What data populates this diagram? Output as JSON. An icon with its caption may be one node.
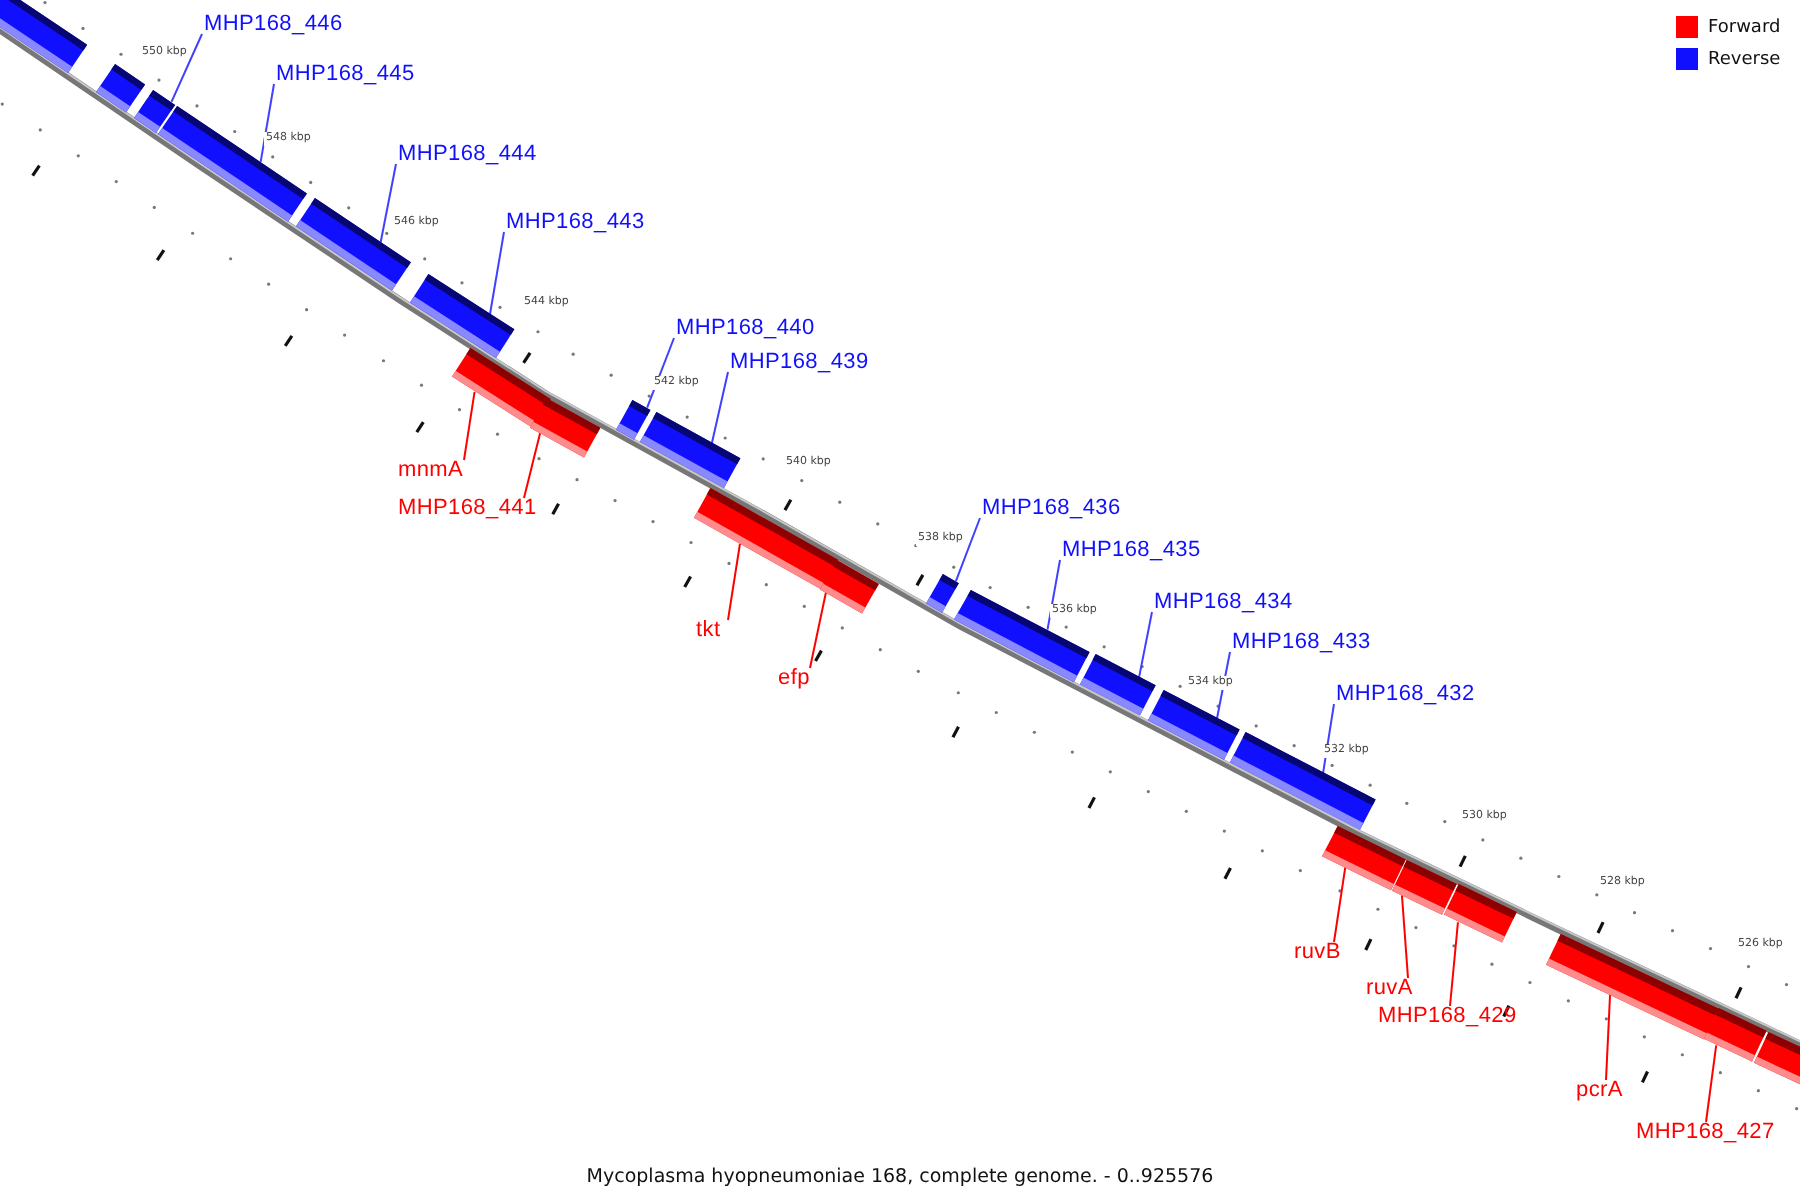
{
  "diagram": {
    "caption": "Mycoplasma hyopneumoniae 168, complete genome. - 0..925576",
    "nodes": [
      {
        "text": [],
        "shape": "bar"
      },
      {
        "text": [],
        "shape": "bar"
      },
      {
        "text": [],
        "shape": "bar"
      },
      {
        "text": [],
        "shape": "bar"
      },
      {
        "text": [],
        "shape": "bar"
      },
      {
        "text": [],
        "shape": "bar"
      },
      {
        "text": [],
        "shape": "bar"
      },
      {
        "text": [],
        "shape": "bar"
      },
      {
        "text": [],
        "shape": "bar"
      },
      {
        "text": [],
        "shape": "bar"
      },
      {
        "text": [],
        "shape": "bar"
      },
      {
        "text": [],
        "shape": "bar"
      },
      {
        "text": [],
        "shape": "bar"
      },
      {
        "text": [],
        "shape": "bar"
      },
      {
        "text": [],
        "shape": "bar"
      },
      {
        "text": [],
        "shape": "bar"
      },
      {
        "text": [],
        "shape": "bar"
      },
      {
        "text": [],
        "shape": "bar"
      },
      {
        "text": [],
        "shape": "bar"
      },
      {
        "text": [],
        "shape": "bar"
      },
      {
        "text": [],
        "shape": "bar"
      },
      {
        "text": [],
        "shape": "bar"
      },
      {
        "text": [],
        "shape": "bar"
      },
      {
        "text": [
          "MHP168_446"
        ]
      },
      {
        "text": [
          "MHP168_445"
        ]
      },
      {
        "text": [
          "MHP168_444"
        ]
      },
      {
        "text": [
          "MHP168_443"
        ]
      },
      {
        "text": [
          "MHP168_440"
        ]
      },
      {
        "text": [
          "MHP168_439"
        ]
      },
      {
        "text": [
          "MHP168_436"
        ]
      },
      {
        "text": [
          "MHP168_435"
        ]
      },
      {
        "text": [
          "MHP168_434"
        ]
      },
      {
        "text": [
          "MHP168_433"
        ]
      },
      {
        "text": [
          "MHP168_432"
        ]
      },
      {
        "text": [
          "mnmA"
        ]
      },
      {
        "text": [
          "MHP168_441"
        ]
      },
      {
        "text": [
          "tkt"
        ]
      },
      {
        "text": [
          "efp"
        ]
      },
      {
        "text": [
          "ruvB"
        ]
      },
      {
        "text": [
          "ruvA"
        ]
      },
      {
        "text": [
          "MHP168_429"
        ]
      },
      {
        "text": [
          "pcrA"
        ]
      },
      {
        "text": [
          "MHP168_427"
        ]
      }
    ],
    "edges": [
      {
        "from": 23,
        "to": 2,
        "arrow": "none"
      },
      {
        "from": 24,
        "to": 3,
        "arrow": "none"
      },
      {
        "from": 25,
        "to": 4,
        "arrow": "none"
      },
      {
        "from": 26,
        "to": 5,
        "arrow": "none"
      },
      {
        "from": 27,
        "to": 6,
        "arrow": "none"
      },
      {
        "from": 28,
        "to": 7,
        "arrow": "none"
      },
      {
        "from": 29,
        "to": 8,
        "arrow": "none"
      },
      {
        "from": 30,
        "to": 9,
        "arrow": "none"
      },
      {
        "from": 31,
        "to": 10,
        "arrow": "none"
      },
      {
        "from": 32,
        "to": 11,
        "arrow": "none"
      },
      {
        "from": 33,
        "to": 12,
        "arrow": "none"
      },
      {
        "from": 34,
        "to": 13,
        "arrow": "none",
        "color": "#ff0000"
      },
      {
        "from": 35,
        "to": 14,
        "arrow": "none",
        "color": "#ff0000"
      },
      {
        "from": 36,
        "to": 15,
        "arrow": "none",
        "color": "#ff0000"
      },
      {
        "from": 37,
        "to": 16,
        "arrow": "none",
        "color": "#ff0000"
      },
      {
        "from": 38,
        "to": 17,
        "arrow": "none",
        "color": "#ff0000"
      },
      {
        "from": 39,
        "to": 18,
        "arrow": "none",
        "color": "#ff0000"
      },
      {
        "from": 40,
        "to": 19,
        "arrow": "none",
        "color": "#ff0000"
      },
      {
        "from": 41,
        "to": 20,
        "arrow": "none",
        "color": "#ff0000"
      },
      {
        "from": 42,
        "to": 21,
        "arrow": "none",
        "color": "#ff0000"
      }
    ],
    "labels": [
      "550 kbp",
      "548 kbp",
      "546 kbp",
      "544 kbp",
      "542 kbp",
      "540 kbp",
      "538 kbp",
      "536 kbp",
      "534 kbp",
      "532 kbp",
      "530 kbp",
      "528 kbp",
      "526 kbp"
    ],
    "legend": [
      {
        "text": "Forward",
        "color": "#ff0000"
      },
      {
        "text": "Reverse",
        "color": "#1010ff"
      }
    ]
  }
}
